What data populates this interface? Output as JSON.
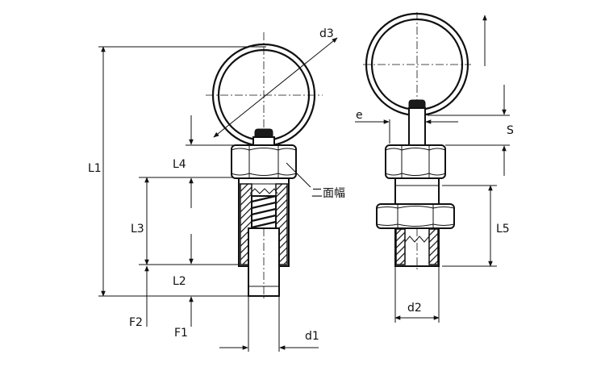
{
  "labels": {
    "d3": "d3",
    "e": "e",
    "S": "S",
    "L1": "L1",
    "L4": "L4",
    "L3": "L3",
    "L2": "L2",
    "F2": "F2",
    "F1": "F1",
    "d1": "d1",
    "L5": "L5",
    "d2": "d2",
    "across_flats": "二面幅"
  }
}
